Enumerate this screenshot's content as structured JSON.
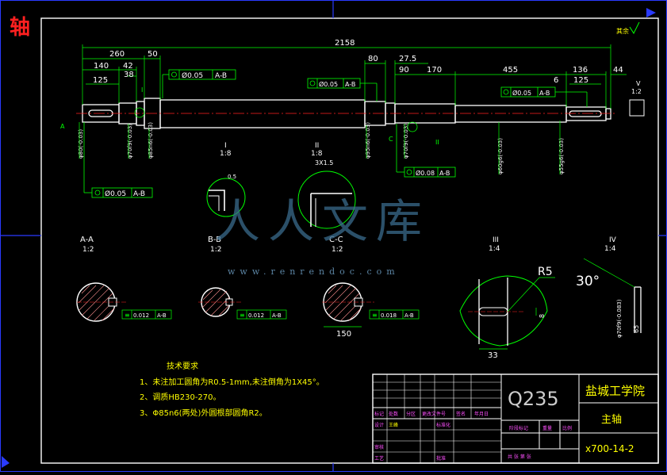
{
  "corner_title": "轴",
  "surface_mark": "其余",
  "dims": {
    "overall": "2158",
    "d260": "260",
    "d140": "140",
    "d42": "42",
    "d50": "50",
    "d38": "38",
    "d125a": "125",
    "d80": "80",
    "d27_5": "27.5",
    "d90": "90",
    "d170": "170",
    "d455": "455",
    "d136": "136",
    "d44": "44",
    "d6": "6",
    "d125b": "125",
    "d150": "150",
    "d33": "33",
    "r5": "R5",
    "d8": "8",
    "deg30": "30°",
    "d65": "65",
    "phi60": "φ60g6(-0.03)",
    "phi55": "φ55g6(-0.03)",
    "phi70": "φ70f9(-0.03)",
    "phi80": "φ80(-0.03)",
    "phi85": "φ85n6(-0.03)",
    "phi95": "φ95n6(-0.03)",
    "phi70b": "φ70f9(-0.03)",
    "phi70c": "φ70f9(-0.083)",
    "d3x15": "3X1.5",
    "d0_5": "0.5"
  },
  "tolerances": {
    "t1_sym": "◎",
    "t1_val": "Ø0.05",
    "t1_ref": "A-B",
    "t2_val": "Ø0.05",
    "t2_ref": "A-B",
    "t3_val": "Ø0.05",
    "t3_ref": "A-B",
    "t4_val": "Ø0.08",
    "t4_ref": "A-B",
    "t5_val": "Ø0.05",
    "t5_ref": "A-B",
    "s1_sym": "≡",
    "s1_val": "0.012",
    "s1_ref": "A-B",
    "s2_val": "0.012",
    "s2_ref": "A-B",
    "s3_val": "0.018",
    "s3_ref": "A-B"
  },
  "detail_labels": {
    "I_num": "I",
    "I_scale": "1:8",
    "II_num": "II",
    "II_scale": "1:8",
    "III_num": "III",
    "III_scale": "1:4",
    "IV_num": "IV",
    "IV_scale": "1:4",
    "V_num": "V",
    "V_scale": "1:2"
  },
  "sections": {
    "aa_label": "A-A",
    "aa_scale": "1:2",
    "bb_label": "B-B",
    "bb_scale": "1:2",
    "cc_label": "C-C",
    "cc_scale": "1:2"
  },
  "notes": {
    "heading": "技术要求",
    "line1": "1、未注加工圆角为R0.5-1mm,未注倒角为1X45°。",
    "line2": "2、调质HB230-270。",
    "line3": "3、Φ85n6(两处)外圆根部圆角R2。"
  },
  "title_block": {
    "material": "Q235",
    "school": "盐城工学院",
    "part_name": "主轴",
    "drawing_no": "x700-14-2",
    "h_biaoji": "标记",
    "h_chushu": "处数",
    "h_fenqu": "分区",
    "h_gengai": "更改文件号",
    "h_qianming": "签名",
    "h_nianyueri": "年月日",
    "h_sheji": "设计",
    "h_designer": "王峰",
    "h_biaozhunhua": "标准化",
    "h_jieduan": "阶段标记",
    "h_zhongliang": "重量",
    "h_bili": "比例",
    "h_shenhe": "审核",
    "h_gongyi": "工艺",
    "h_pizhun": "批准",
    "h_gongzhang": "共  张  第  张"
  },
  "watermark": {
    "text": "人人文库",
    "url": "www.renrendoc.com"
  },
  "colors": {
    "outline": "#ffffff",
    "dimension": "#00ff00",
    "center": "#ff2020",
    "frame": "#2a3bff",
    "note": "#ffff00",
    "hatch": "#ff9090"
  }
}
